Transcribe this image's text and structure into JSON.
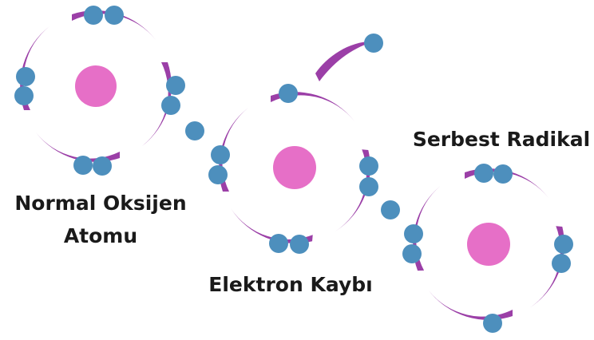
{
  "colors": {
    "nucleus": "#e66fc7",
    "orbit": "#9b3fa7",
    "electron": "#4d8fbd",
    "text": "#1a1a1a"
  },
  "labels": {
    "normal_line1": "Normal Oksijen",
    "normal_line2": "Atomu",
    "loss": "Elektron Kaybı",
    "radical": "Serbest Radikal"
  },
  "atoms": [
    {
      "name": "normal-oxygen-atom",
      "electrons": 8
    },
    {
      "name": "electron-loss-atom",
      "electrons": 8
    },
    {
      "name": "free-radical-atom",
      "electrons": 7
    }
  ]
}
